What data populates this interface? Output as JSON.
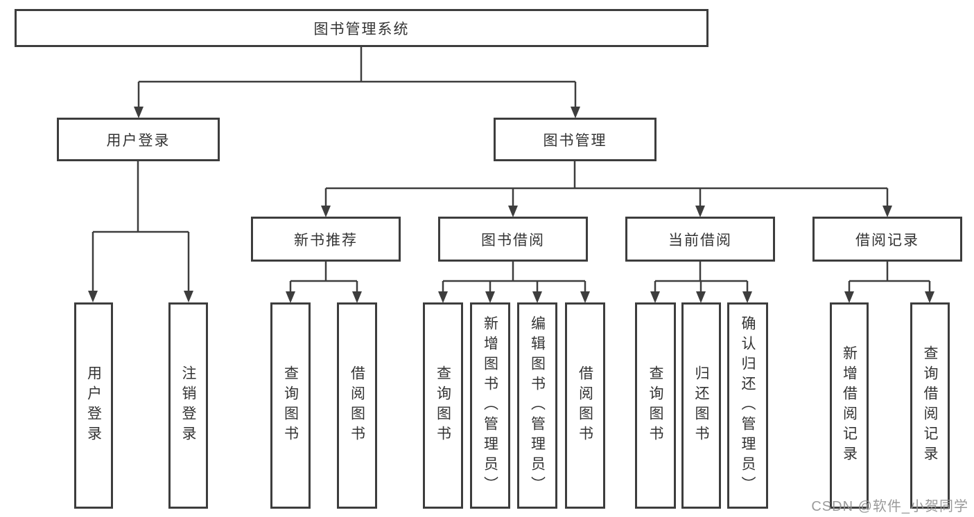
{
  "tree": {
    "root": {
      "label": "图书管理系统"
    },
    "children": [
      {
        "label": "用户登录",
        "children": [
          {
            "label": "用户登录"
          },
          {
            "label": "注销登录"
          }
        ]
      },
      {
        "label": "图书管理",
        "children": [
          {
            "label": "新书推荐",
            "children": [
              {
                "label": "查询图书"
              },
              {
                "label": "借阅图书"
              }
            ]
          },
          {
            "label": "图书借阅",
            "children": [
              {
                "label": "查询图书"
              },
              {
                "label": "新增图书（管理员）"
              },
              {
                "label": "编辑图书（管理员）"
              },
              {
                "label": "借阅图书"
              }
            ]
          },
          {
            "label": "当前借阅",
            "children": [
              {
                "label": "查询图书"
              },
              {
                "label": "归还图书"
              },
              {
                "label": "确认归还（管理员）"
              }
            ]
          },
          {
            "label": "借阅记录",
            "children": [
              {
                "label": "新增借阅记录"
              },
              {
                "label": "查询借阅记录"
              }
            ]
          }
        ]
      }
    ]
  },
  "watermark": "CSDN @软件_小贺同学",
  "colors": {
    "line": "#3d3d3d",
    "box_border": "#3d3d3d",
    "text": "#333333",
    "watermark": "#919191",
    "background": "#ffffff"
  }
}
